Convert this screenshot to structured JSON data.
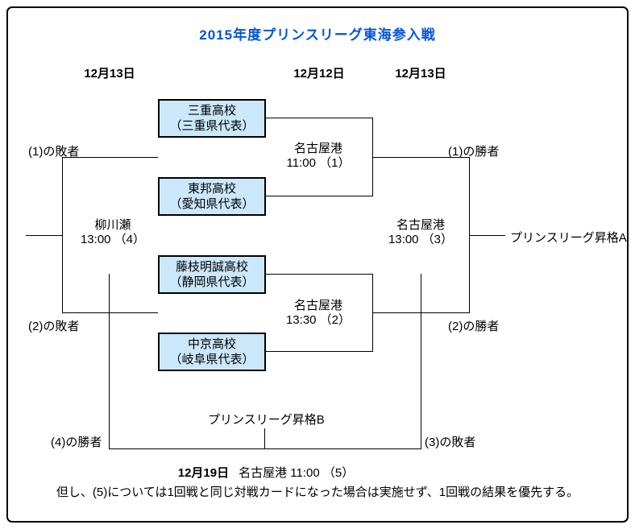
{
  "title": "2015年度プリンスリーグ東海参入戦",
  "date_headers": {
    "left": "12月13日",
    "center": "12月12日",
    "right": "12月13日"
  },
  "teams": [
    {
      "name": "三重高校",
      "region": "（三重県代表）"
    },
    {
      "name": "東邦高校",
      "region": "（愛知県代表）"
    },
    {
      "name": "藤枝明誠高校",
      "region": "（静岡県代表）"
    },
    {
      "name": "中京高校",
      "region": "（岐阜県代表）"
    }
  ],
  "matches": {
    "m1": {
      "venue": "名古屋港",
      "time": "11:00 （1）"
    },
    "m2": {
      "venue": "名古屋港",
      "time": "13:30 （2）"
    },
    "m3": {
      "venue": "名古屋港",
      "time": "13:00 （3）"
    },
    "m4": {
      "venue": "柳川瀬",
      "time": "13:00 （4）"
    }
  },
  "labels": {
    "loser1": "(1)の敗者",
    "loser2": "(2)の敗者",
    "winner1": "(1)の勝者",
    "winner2": "(2)の勝者",
    "winner4": "(4)の勝者",
    "loser3": "(3)の敗者",
    "promotion_a": "プリンスリーグ昇格A",
    "promotion_b": "プリンスリーグ昇格B"
  },
  "final_match": {
    "date": "12月19日",
    "info": "名古屋港 11:00 （5）"
  },
  "note": "但し、(5)については1回戦と同じ対戦カードになった場合は実施せず、1回戦の結果を優先する。",
  "colors": {
    "title_blue": "#0055DB",
    "box_fill": "#CBE8FB",
    "line_black": "#000000"
  }
}
